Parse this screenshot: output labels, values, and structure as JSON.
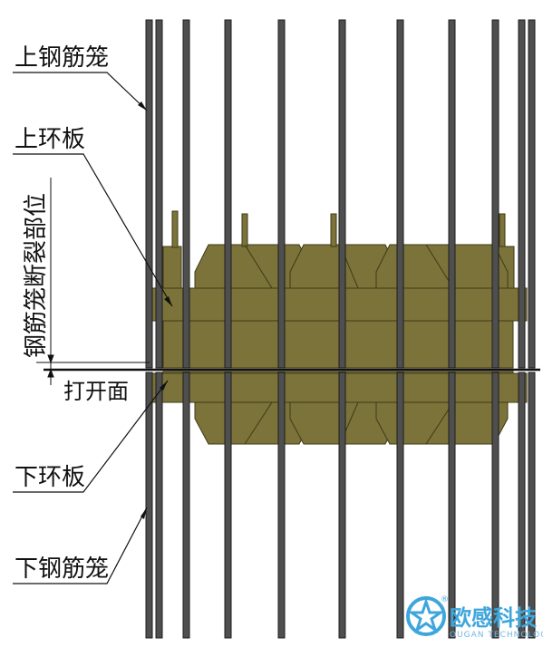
{
  "labels": {
    "upper_cage": "上钢筋笼",
    "upper_ring": "上环板",
    "break_position": "钢筋笼断裂部位",
    "open_face": "打开面",
    "lower_ring": "下环板",
    "lower_cage": "下钢筋笼"
  },
  "logo": {
    "name": "欧感科技",
    "sub": "OUGAN TECHNOLOGY",
    "mark": "®"
  },
  "colors": {
    "plate_fill": "#7b7339",
    "plate_edge": "#3f3a17",
    "bar_fill": "#4f4f4f",
    "bar_edge": "#1e1e1e",
    "logo_blue": "#3ea6dc"
  }
}
